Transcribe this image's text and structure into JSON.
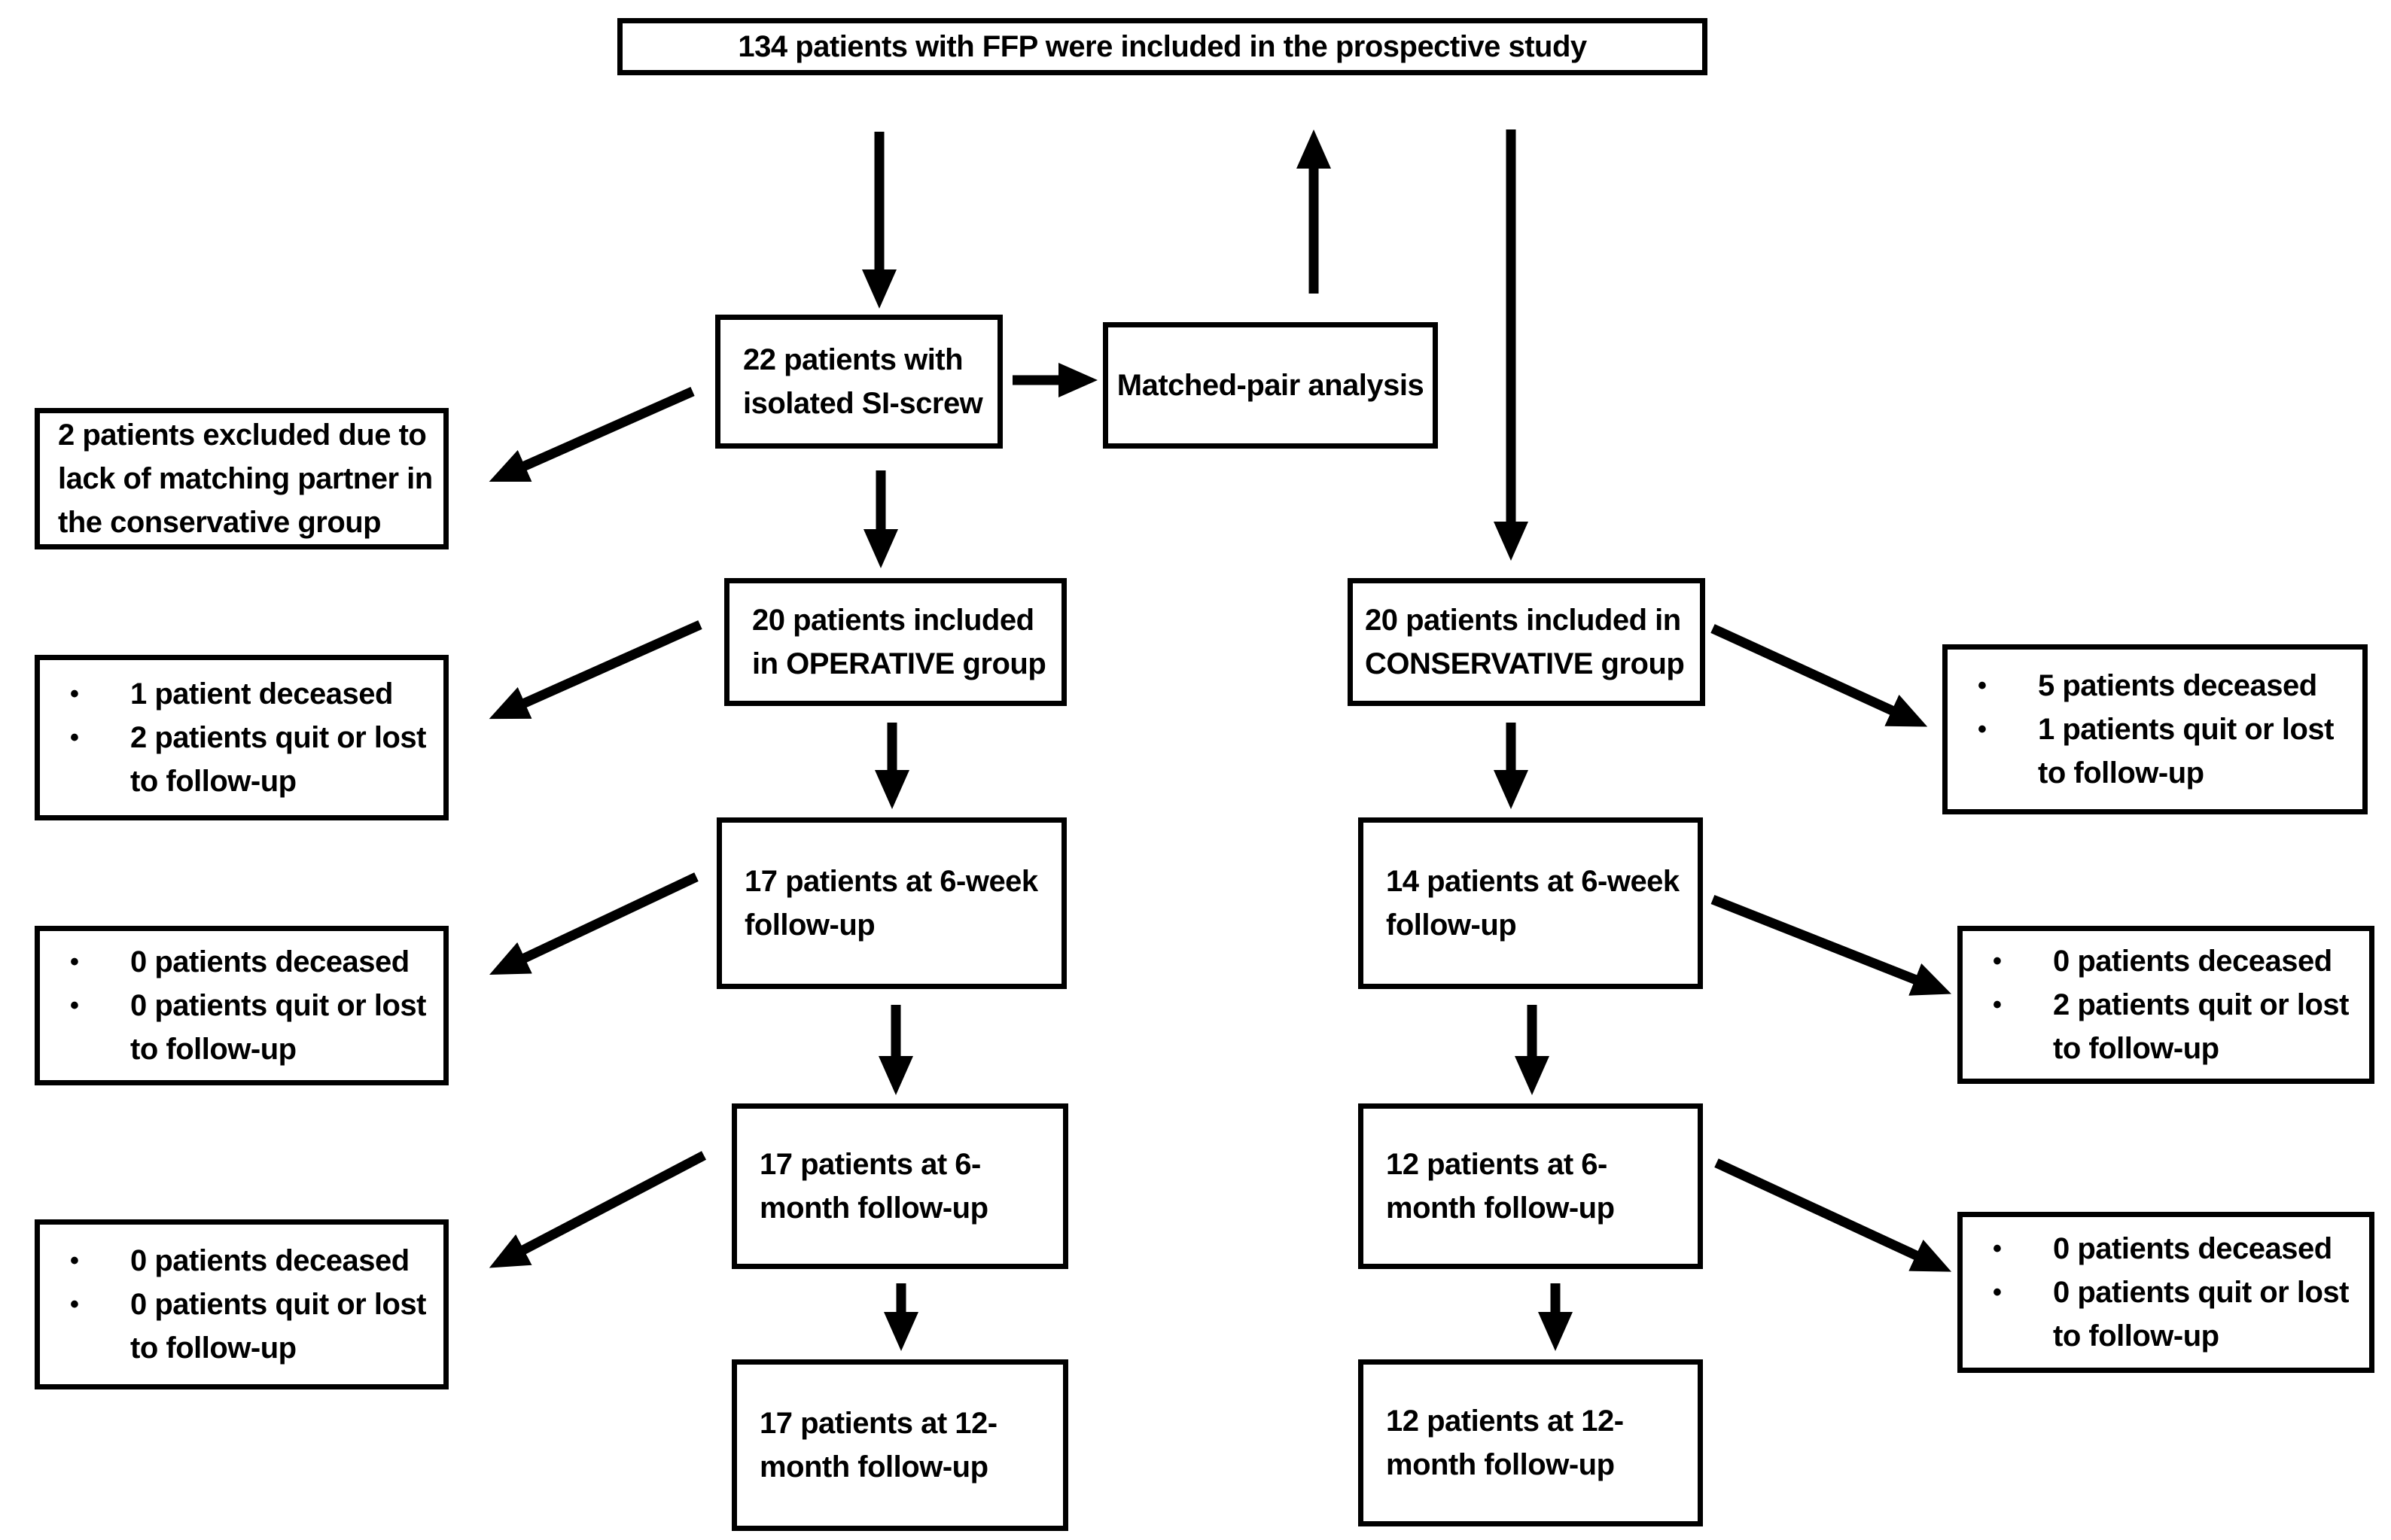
{
  "boxes": {
    "title": [
      "134 patients with FFP were included in the prospective study"
    ],
    "si_screw": [
      "22 patients with",
      "isolated SI-screw"
    ],
    "matched_pair": [
      "Matched-pair analysis"
    ],
    "excluded": [
      "2 patients excluded due to",
      "lack of matching partner in",
      "the conservative group"
    ],
    "operative_group": [
      "20 patients included",
      "in OPERATIVE group"
    ],
    "conservative_group": [
      "20 patients included in",
      "CONSERVATIVE group"
    ],
    "op_week6": [
      "17 patients at 6-week",
      "follow-up"
    ],
    "cons_week6": [
      "14 patients at 6-week",
      "follow-up"
    ],
    "op_month6": [
      "17 patients at 6-",
      "month follow-up"
    ],
    "cons_month6": [
      "12 patients at 6-",
      "month follow-up"
    ],
    "op_month12": [
      "17 patients at 12-",
      "month follow-up"
    ],
    "cons_month12": [
      "12 patients at 12-",
      "month follow-up"
    ]
  },
  "dropouts": {
    "op_after_group": [
      "1 patient deceased",
      "2 patients quit or lost to follow-up"
    ],
    "op_after_week6": [
      "0 patients deceased",
      "0 patients quit or lost to follow-up"
    ],
    "op_after_month6": [
      "0 patients deceased",
      "0 patients quit or lost to follow-up"
    ],
    "cons_after_group": [
      "5 patients deceased",
      "1 patients quit or lost to follow-up"
    ],
    "cons_after_week6": [
      "0 patients deceased",
      "2 patients quit or lost to follow-up"
    ],
    "cons_after_month6": [
      "0 patients deceased",
      "0 patients quit or lost to follow-up"
    ]
  },
  "bullet_char": "•",
  "colors": {
    "line": "#000000",
    "background": "#ffffff",
    "text": "#000000"
  }
}
